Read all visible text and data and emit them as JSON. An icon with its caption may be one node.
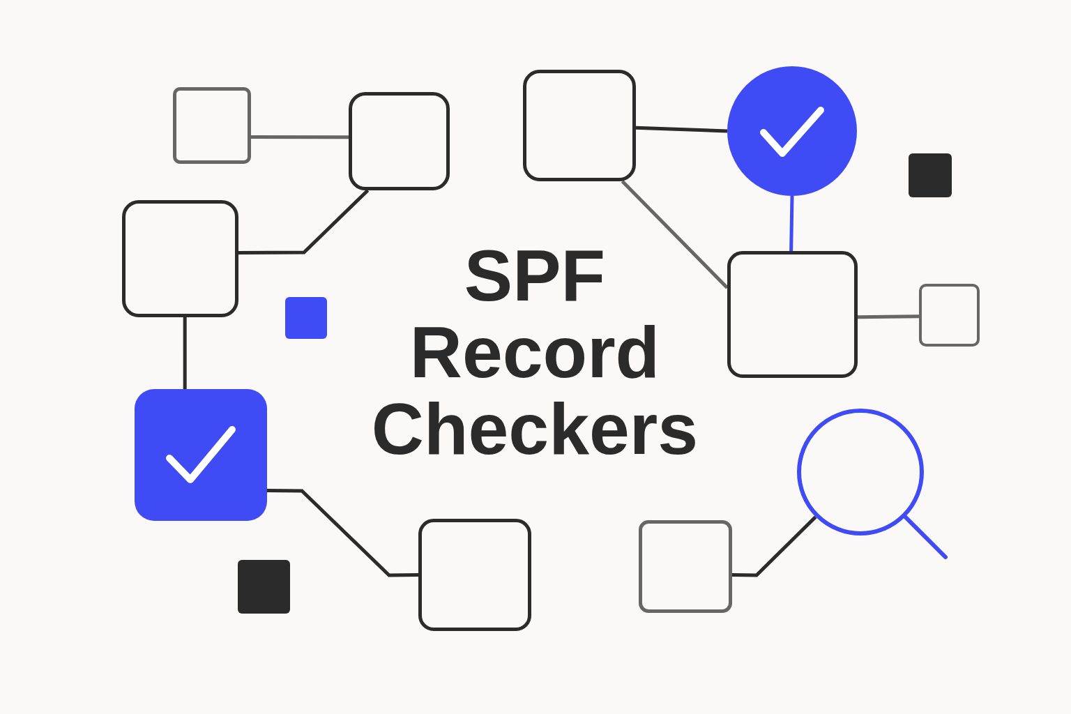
{
  "diagram": {
    "title": "SPF Record Checkers",
    "nodes": [
      {
        "text": [],
        "shape": "box"
      },
      {
        "text": [],
        "shape": "box"
      },
      {
        "text": [],
        "shape": "box"
      },
      {
        "text": [],
        "shape": "circle"
      },
      {
        "text": [],
        "shape": "box"
      },
      {
        "text": [],
        "shape": "box"
      },
      {
        "text": [],
        "shape": "box"
      },
      {
        "text": [],
        "shape": "box"
      },
      {
        "text": [],
        "shape": "circle"
      },
      {
        "text": [],
        "shape": "box"
      },
      {
        "text": [],
        "shape": "box"
      },
      {
        "text": [],
        "shape": "box"
      },
      {
        "text": [],
        "shape": "box"
      },
      {
        "text": [],
        "shape": "box"
      }
    ],
    "edges": [
      {
        "from": 0,
        "to": 1,
        "arrow": "none",
        "color": "#666666"
      },
      {
        "from": 1,
        "to": 4,
        "arrow": "none"
      },
      {
        "from": 2,
        "to": 3,
        "arrow": "none"
      },
      {
        "from": 2,
        "to": 5,
        "arrow": "none",
        "color": "#666666"
      },
      {
        "from": 3,
        "to": 5,
        "arrow": "none",
        "color": "#3f4bf5"
      },
      {
        "from": 5,
        "to": 6,
        "arrow": "none",
        "color": "#666666"
      },
      {
        "from": 4,
        "to": 7,
        "arrow": "none"
      },
      {
        "from": 7,
        "to": 10,
        "arrow": "none"
      },
      {
        "from": 9,
        "to": 8,
        "arrow": "none"
      }
    ]
  }
}
